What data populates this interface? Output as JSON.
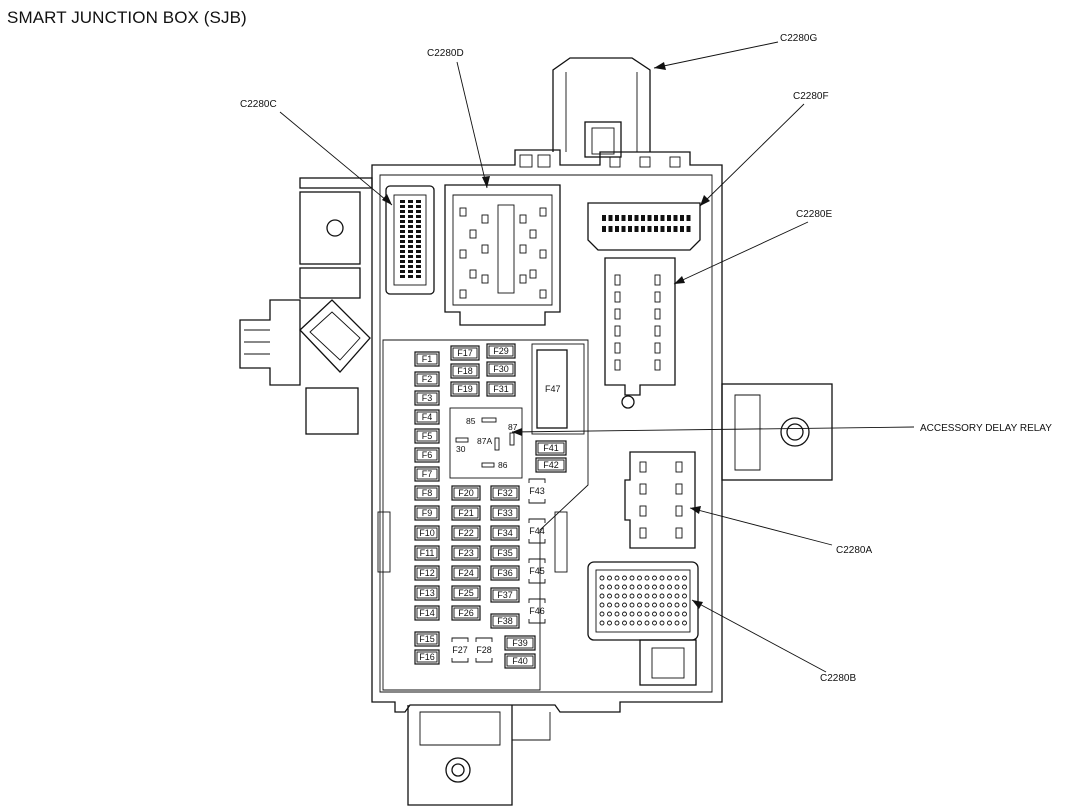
{
  "title": "SMART JUNCTION BOX (SJB)",
  "connectors": {
    "c2280g": "C2280G",
    "c2280d": "C2280D",
    "c2280c": "C2280C",
    "c2280f": "C2280F",
    "c2280e": "C2280E",
    "c2280a": "C2280A",
    "c2280b": "C2280B"
  },
  "relay_label": "ACCESSORY DELAY RELAY",
  "relay_pins": [
    "85",
    "87",
    "87A",
    "30",
    "86"
  ],
  "fuses_col1": [
    "F1",
    "F2",
    "F3",
    "F4",
    "F5",
    "F6",
    "F7",
    "F8",
    "F9",
    "F10",
    "F11",
    "F12",
    "F13",
    "F14",
    "F15",
    "F16"
  ],
  "fuses_col2_top": [
    "F17",
    "F18",
    "F19"
  ],
  "fuses_col2_bottom": [
    "F20",
    "F21",
    "F22",
    "F23",
    "F24",
    "F25",
    "F26"
  ],
  "fuses_col3_top": [
    "F29",
    "F30",
    "F31"
  ],
  "fuses_col3_bottom": [
    "F32",
    "F33",
    "F34",
    "F35",
    "F36",
    "F37",
    "F38"
  ],
  "fuses_mini": [
    "F27",
    "F28"
  ],
  "fuses_col4": [
    "F39",
    "F40"
  ],
  "fuses_relay_side": [
    "F41",
    "F42"
  ],
  "fuses_vertical": [
    "F43",
    "F44",
    "F45",
    "F46"
  ],
  "fuse_large": "F47"
}
